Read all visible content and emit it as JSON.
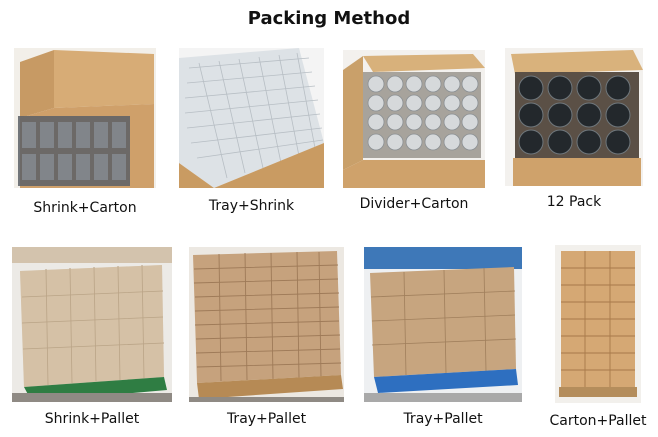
{
  "title": "Packing Method",
  "rows": [
    {
      "items": [
        {
          "label": "Shrink+Carton"
        },
        {
          "label": "Tray+Shrink"
        },
        {
          "label": "Divider+Carton"
        },
        {
          "label": "12 Pack"
        }
      ]
    },
    {
      "items": [
        {
          "label": "Shrink+Pallet"
        },
        {
          "label": "Tray+Pallet"
        },
        {
          "label": "Tray+Pallet"
        },
        {
          "label": "Carton+Pallet"
        }
      ]
    }
  ]
}
